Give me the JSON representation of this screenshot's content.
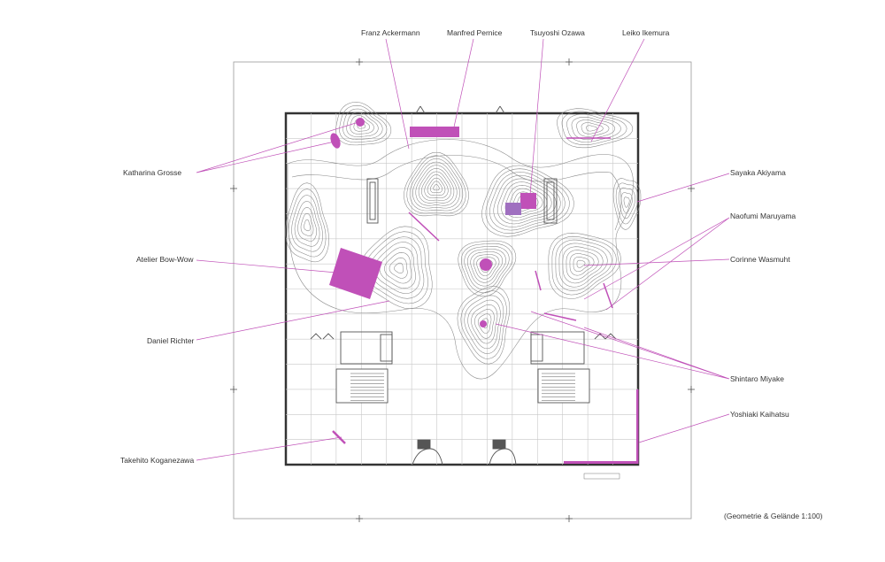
{
  "labels": {
    "franz": "Franz Ackermann",
    "manfred": "Manfred Pernice",
    "tsuyoshi": "Tsuyoshi Ozawa",
    "leiko": "Leiko Ikemura",
    "katharina": "Katharina Grosse",
    "sayaka": "Sayaka Akiyama",
    "naofumi": "Naofumi Maruyama",
    "atelier": "Atelier Bow-Wow",
    "corinne": "Corinne Wasmuht",
    "daniel": "Daniel Richter",
    "shintaro": "Shintaro Miyake",
    "yoshiaki": "Yoshiaki Kaihatsu",
    "takehito": "Takehito Koganezawa",
    "footer": "(Geometrie & Gelände 1:100)"
  },
  "colors": {
    "accent": "#c050b8",
    "line": "#555555",
    "grid": "#bfbfbf",
    "contour": "#8a8a8a"
  }
}
